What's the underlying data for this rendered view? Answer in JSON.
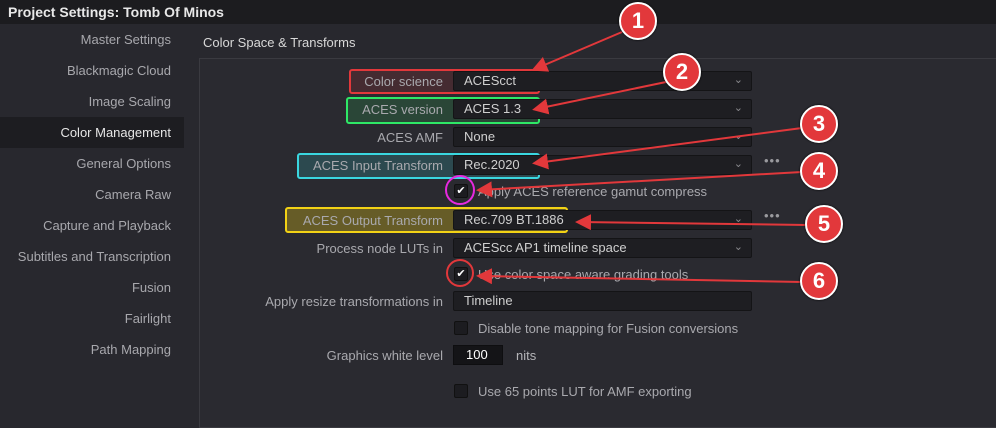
{
  "window": {
    "title": "Project Settings:  Tomb Of Minos"
  },
  "sidebar": {
    "items": [
      {
        "label": "Master Settings"
      },
      {
        "label": "Blackmagic Cloud"
      },
      {
        "label": "Image Scaling"
      },
      {
        "label": "Color Management",
        "active": true
      },
      {
        "label": "General Options"
      },
      {
        "label": "Camera Raw"
      },
      {
        "label": "Capture and Playback"
      },
      {
        "label": "Subtitles and Transcription"
      },
      {
        "label": "Fusion"
      },
      {
        "label": "Fairlight"
      },
      {
        "label": "Path Mapping"
      }
    ]
  },
  "section": {
    "title": "Color Space & Transforms"
  },
  "fields": {
    "color_science": {
      "label": "Color science",
      "value": "ACEScct"
    },
    "aces_version": {
      "label": "ACES version",
      "value": "ACES 1.3"
    },
    "aces_amf": {
      "label": "ACES AMF",
      "value": "None"
    },
    "input_transform": {
      "label": "ACES Input Transform",
      "value": "Rec.2020"
    },
    "gamut_compress": {
      "label": "Apply ACES reference gamut compress",
      "checked": true
    },
    "output_transform": {
      "label": "ACES Output Transform",
      "value": "Rec.709 BT.1886"
    },
    "process_luts": {
      "label": "Process node LUTs in",
      "value": "ACEScc AP1 timeline space"
    },
    "cs_aware": {
      "label": "Use color space aware grading tools",
      "checked": true
    },
    "resize": {
      "label": "Apply resize transformations in",
      "value": "Timeline"
    },
    "disable_tone": {
      "label": "Disable tone mapping for Fusion conversions",
      "checked": false
    },
    "white_level": {
      "label": "Graphics white level",
      "value": "100",
      "unit": "nits"
    },
    "lut65": {
      "label": "Use 65 points LUT for AMF exporting",
      "checked": false
    }
  },
  "icons": {
    "chevron": "chevron-down-icon",
    "more": "more-icon",
    "check": "checkmark-icon"
  },
  "annotations": {
    "badges": [
      "1",
      "2",
      "3",
      "4",
      "5",
      "6"
    ],
    "colors": {
      "red": "#e2383b",
      "green": "#2ee866",
      "cyan": "#3ad7e0",
      "yellow": "#f2d215",
      "magenta": "#e629e0"
    }
  }
}
